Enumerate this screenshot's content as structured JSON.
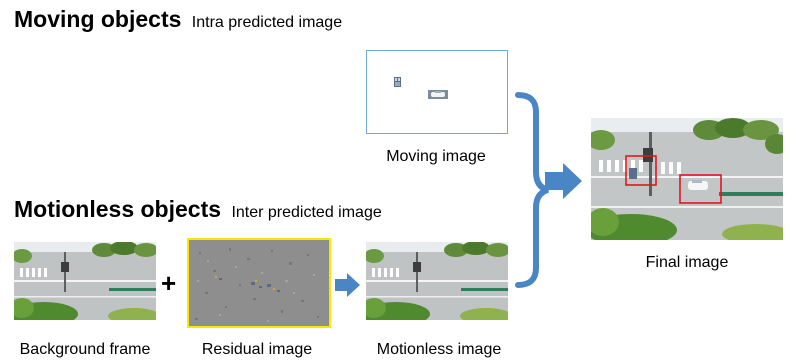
{
  "moving_section": {
    "title": "Moving objects",
    "subtitle": "Intra predicted image"
  },
  "motionless_section": {
    "title": "Motionless objects",
    "subtitle": "Inter predicted image"
  },
  "operator": "+",
  "captions": {
    "moving_image": "Moving image",
    "background_frame": "Background frame",
    "residual_image": "Residual image",
    "motionless_image": "Motionless image",
    "final_image": "Final image"
  },
  "colors": {
    "arrow": "#4A86C5",
    "moving_border": "#6FA8D8",
    "residual_border": "#FFE600",
    "detection_box": "#E0181E",
    "residual_gray": "#8C8C8C"
  }
}
